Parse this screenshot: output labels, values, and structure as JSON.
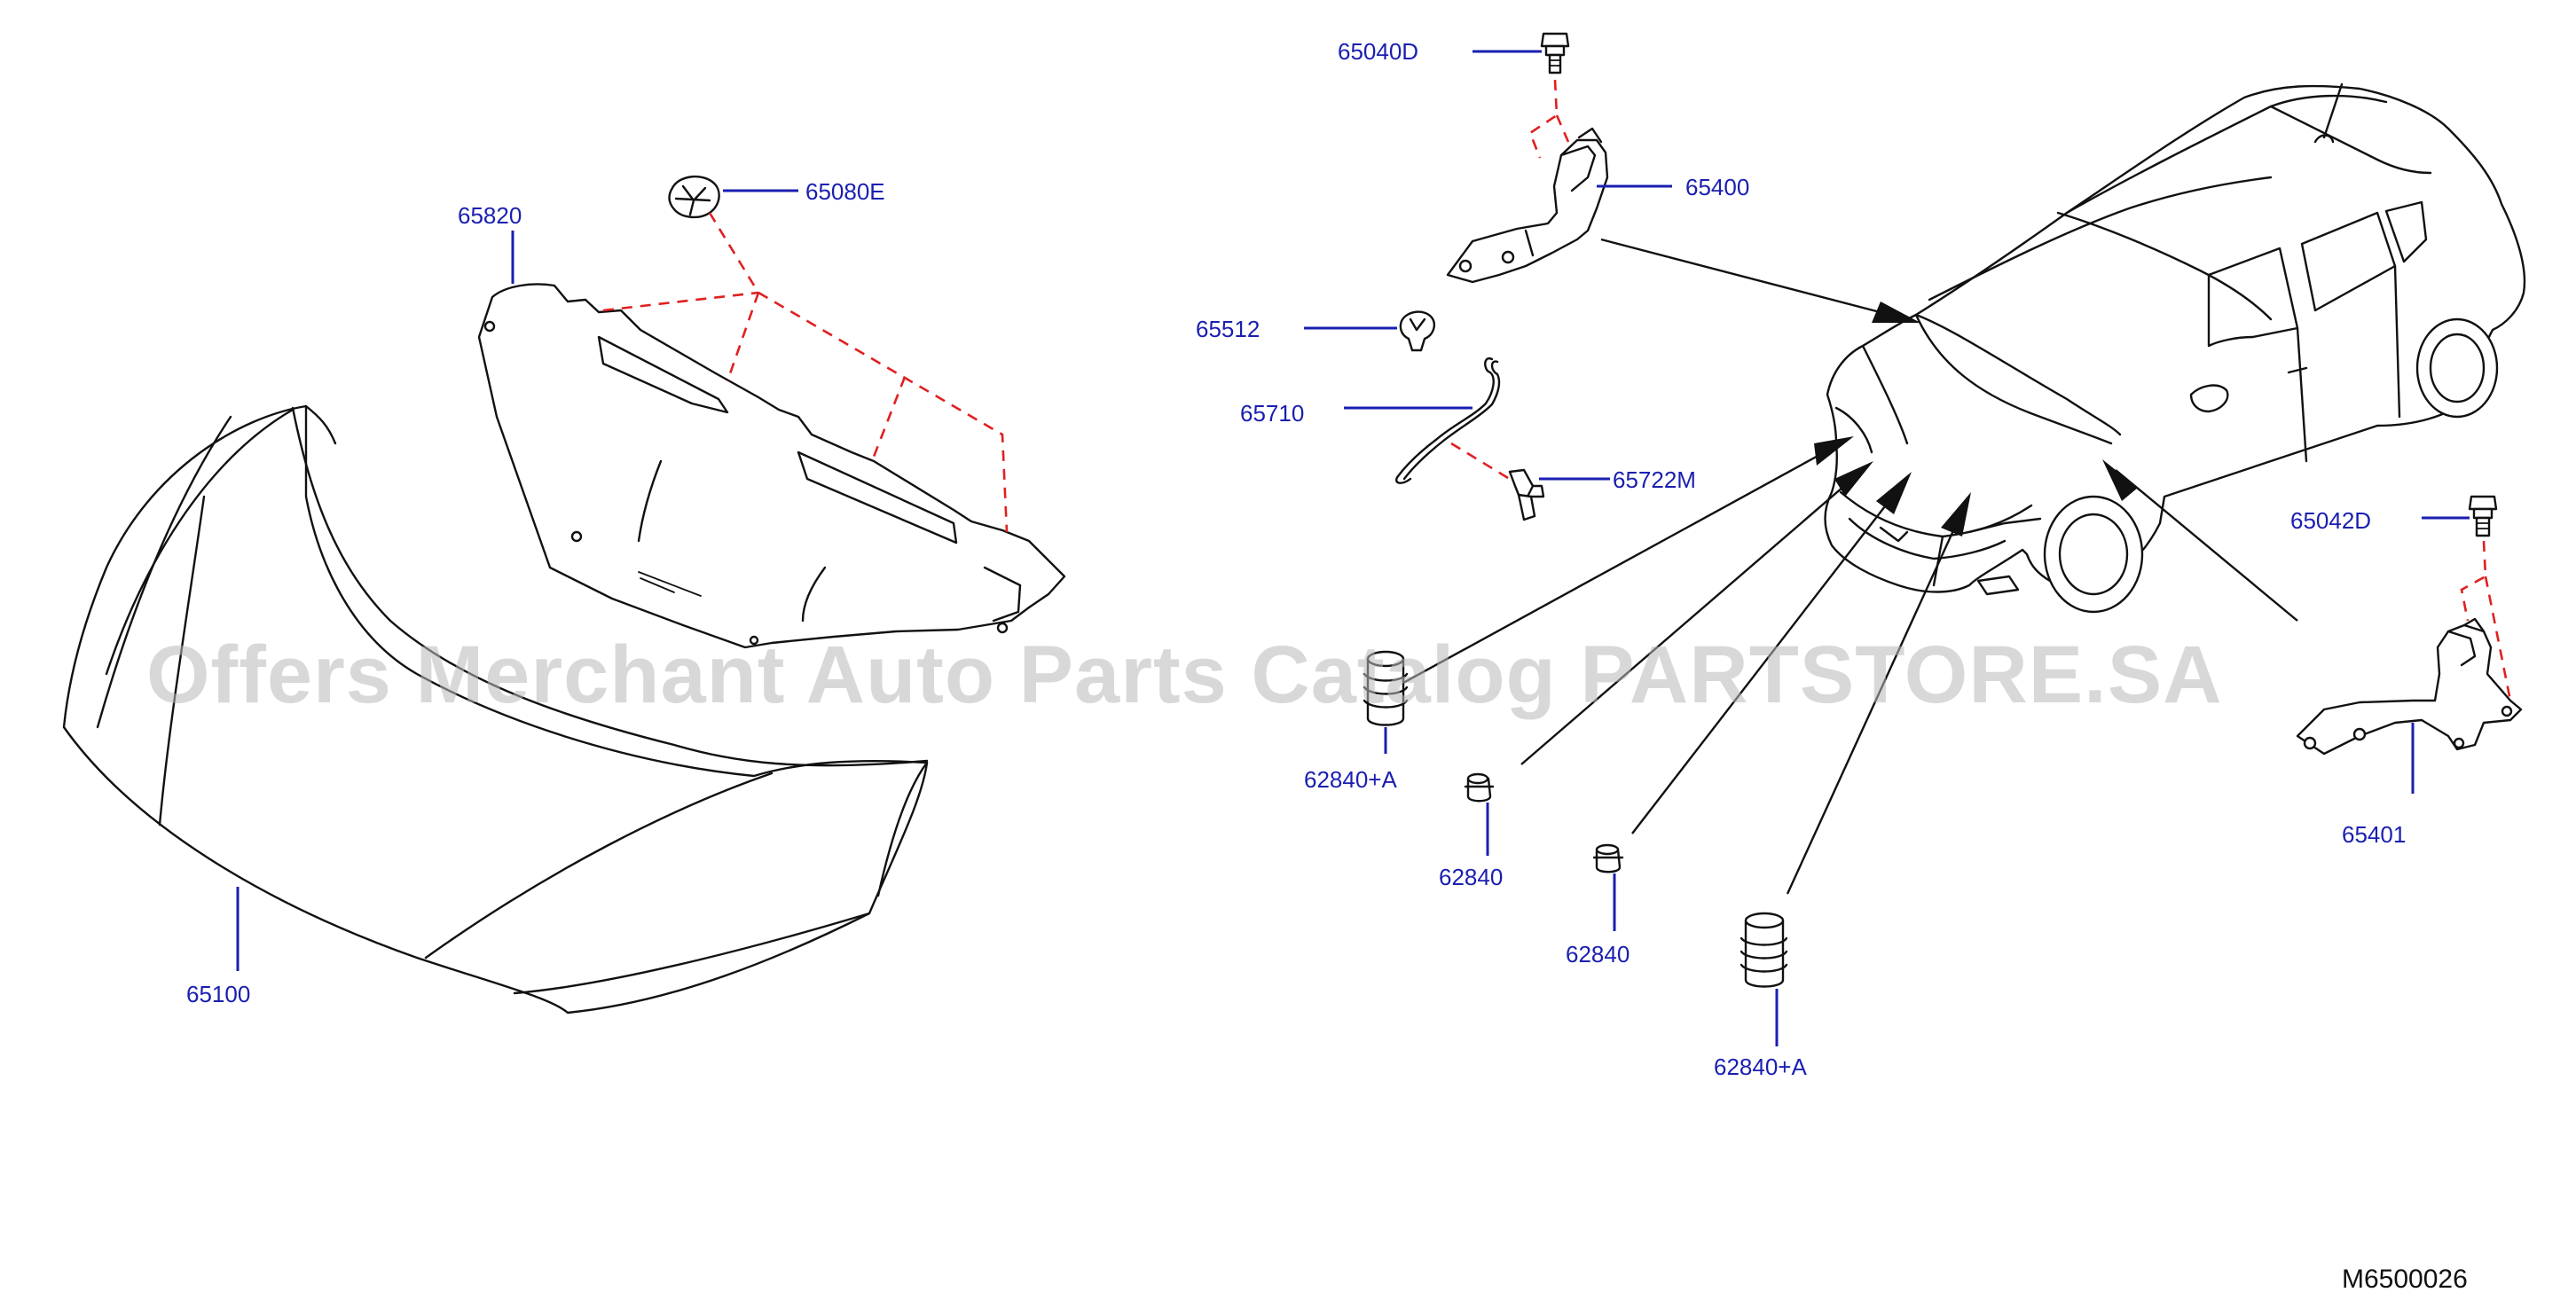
{
  "watermark": "Offers Merchant Auto Parts Catalog PARTSTORE.SA",
  "diagram_ref": "M6500026",
  "parts": {
    "p65040D": "65040D",
    "p65400": "65400",
    "p65080E": "65080E",
    "p65820": "65820",
    "p65512": "65512",
    "p65710": "65710",
    "p65722M": "65722M",
    "p65042D": "65042D",
    "p65401": "65401",
    "p62840A_left": "62840+A",
    "p62840_left": "62840",
    "p62840_right": "62840",
    "p62840A_right": "62840+A",
    "p65100": "65100"
  },
  "colors": {
    "label": "#1a1fb0",
    "dashed_link": "#e02020",
    "outline": "#111111",
    "watermark": "#b9b9b9"
  }
}
